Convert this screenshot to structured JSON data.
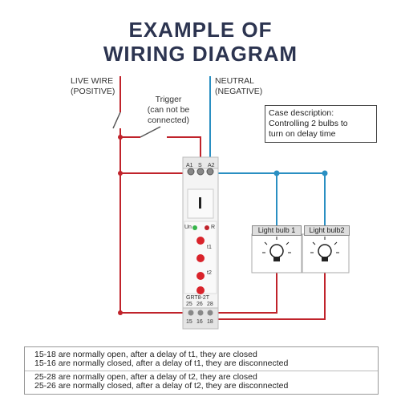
{
  "title": {
    "line1": "EXAMPLE OF",
    "line2": "WIRING DIAGRAM"
  },
  "labels": {
    "live_line1": "LIVE WIRE",
    "live_line2": "(POSITIVE)",
    "neutral_line1": "NEUTRAL",
    "neutral_line2": "(NEGATIVE)",
    "trigger_line1": "Trigger",
    "trigger_line2": "(can not be",
    "trigger_line3": "connected)",
    "case_line1": "Case description:",
    "case_line2": "Controlling 2 bulbs to",
    "case_line3": "turn on delay time"
  },
  "device": {
    "terminals_top": [
      "A1",
      "S",
      "A2"
    ],
    "model": "GRT8-2T",
    "led_un": "Un",
    "led_r": "R",
    "dial1": "t1",
    "dial2": "t2",
    "bottom_row1": [
      "25",
      "26",
      "28"
    ],
    "bottom_row2": [
      "15",
      "16",
      "18"
    ]
  },
  "bulbs": {
    "bulb1": "Light bulb 1",
    "bulb2": "Light bulb2"
  },
  "notes": {
    "n1": "15-18 are normally open, after a delay of t1, they are closed",
    "n2": "15-16 are normally closed, after a delay of t1, they are disconnected",
    "n3": "25-28 are normally open, after a delay of t2, they are closed",
    "n4": "25-26 are normally closed, after a delay of t2, they are disconnected"
  },
  "colors": {
    "live": "#c0232b",
    "neutral": "#2a8fc2",
    "dial": "#d9232b"
  }
}
